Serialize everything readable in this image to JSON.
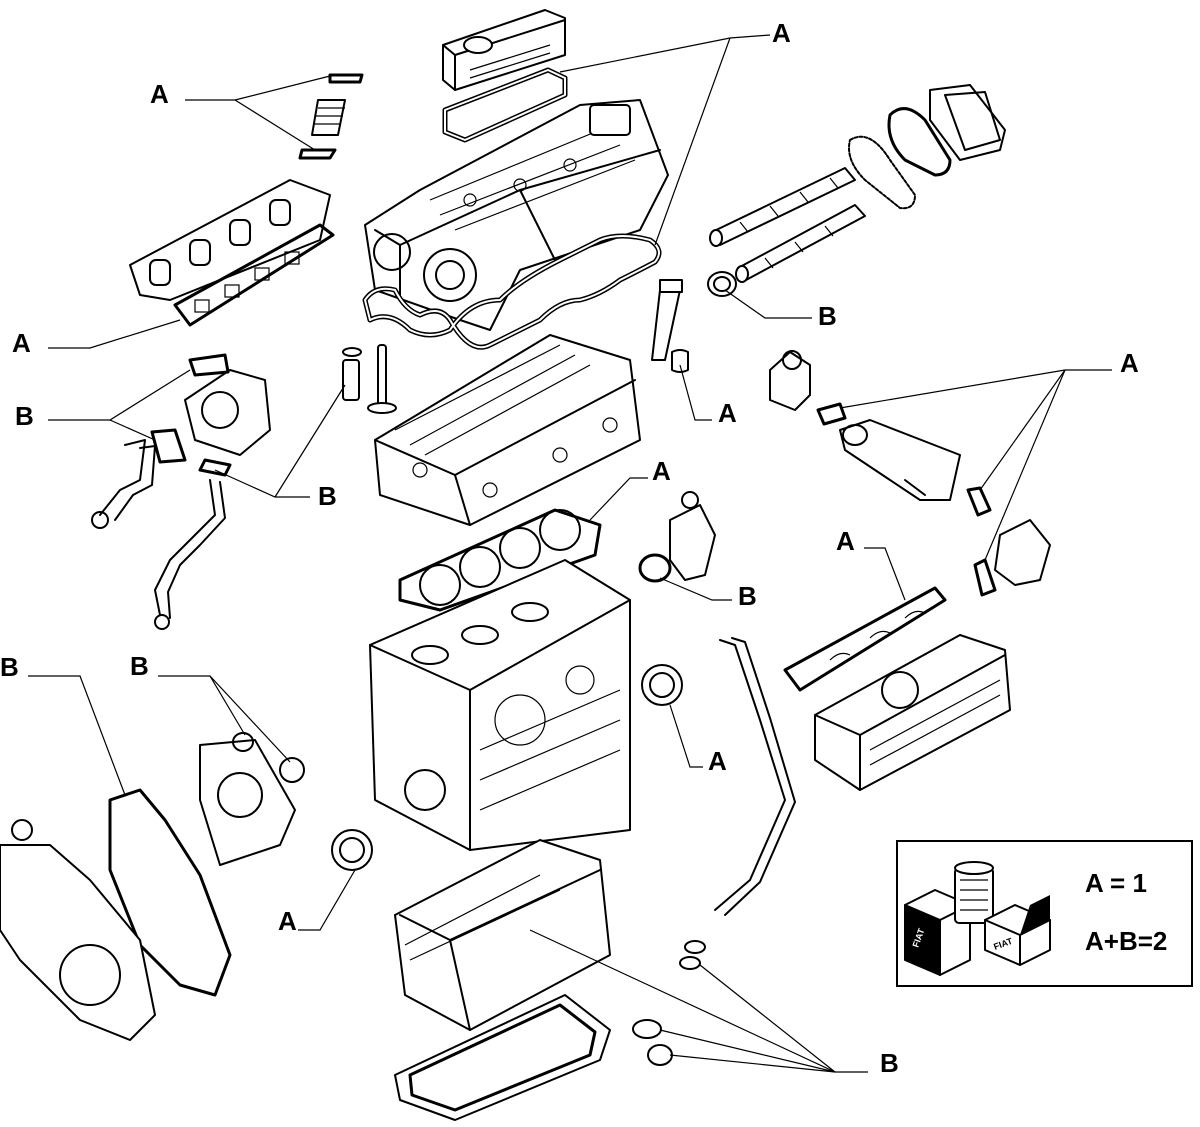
{
  "callouts": {
    "a_top_right": "A",
    "a_top_left": "A",
    "a_left_manifold": "A",
    "b_left_turbo": "B",
    "b_left_pipe": "B",
    "b_camshaft": "B",
    "a_injector": "A",
    "a_egr_right": "A",
    "a_head_gasket": "A",
    "b_thermostat": "B",
    "a_intake_right": "A",
    "b_timing_cover": "B",
    "b_water_pump": "B",
    "a_crank_seal_right": "A",
    "a_crank_seal_left": "A",
    "b_oil_pan": "B"
  },
  "legend": {
    "line1": "A = 1",
    "line2": "A+B=2",
    "box_label_1": "FIAT",
    "box_label_2": "FIAT"
  }
}
